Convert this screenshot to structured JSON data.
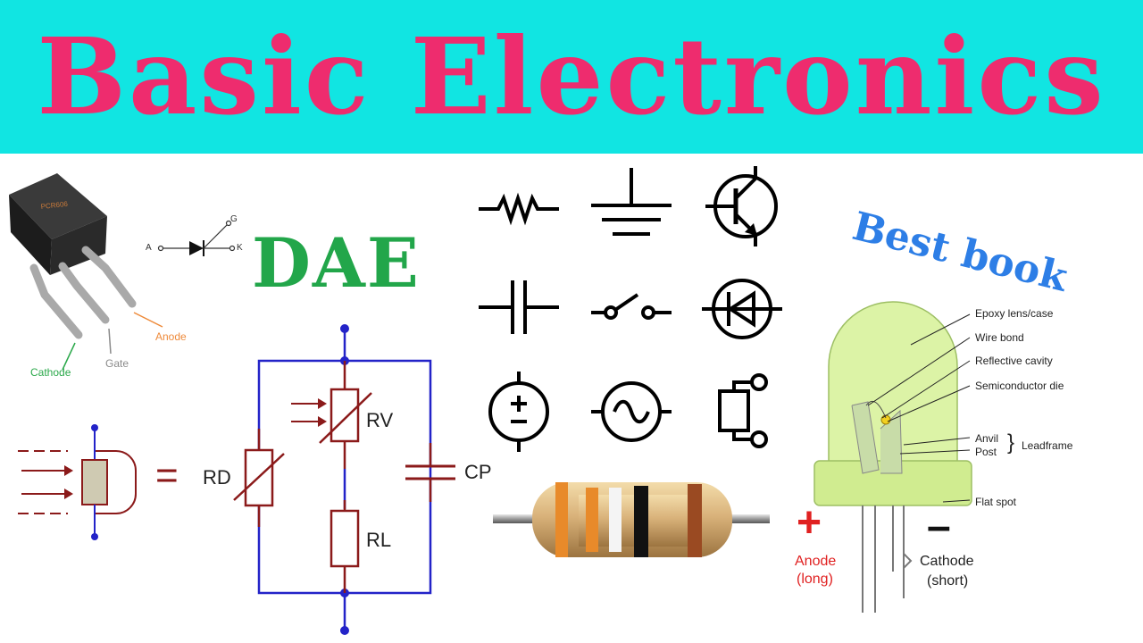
{
  "title": "Basic Electronics",
  "dae": "DAE",
  "best_book": "Best book",
  "scr": {
    "marking": "PCR606",
    "pins": {
      "cathode": "Cathode",
      "gate": "Gate",
      "anode": "Anode"
    },
    "symbol": {
      "a": "A",
      "k": "K",
      "g": "G"
    }
  },
  "circuit": {
    "equals": "=",
    "rd": "RD",
    "rv": "RV",
    "rl": "RL",
    "cp": "CP"
  },
  "led": {
    "callouts": [
      "Epoxy lens/case",
      "Wire bond",
      "Reflective cavity",
      "Semiconductor die",
      "Anvil",
      "Post",
      "Leadframe",
      "Flat spot"
    ],
    "plus": "+",
    "minus": "–",
    "anode": [
      "Anode",
      "(long)"
    ],
    "cathode": [
      "Cathode",
      "(short)"
    ]
  },
  "colors": {
    "banner": "#11e5e2",
    "title": "#ee2c6e",
    "dae": "#22a64a",
    "best_book": "#2d7ee6",
    "schematic": "#8b1a1a",
    "wire": "#2323c8"
  }
}
